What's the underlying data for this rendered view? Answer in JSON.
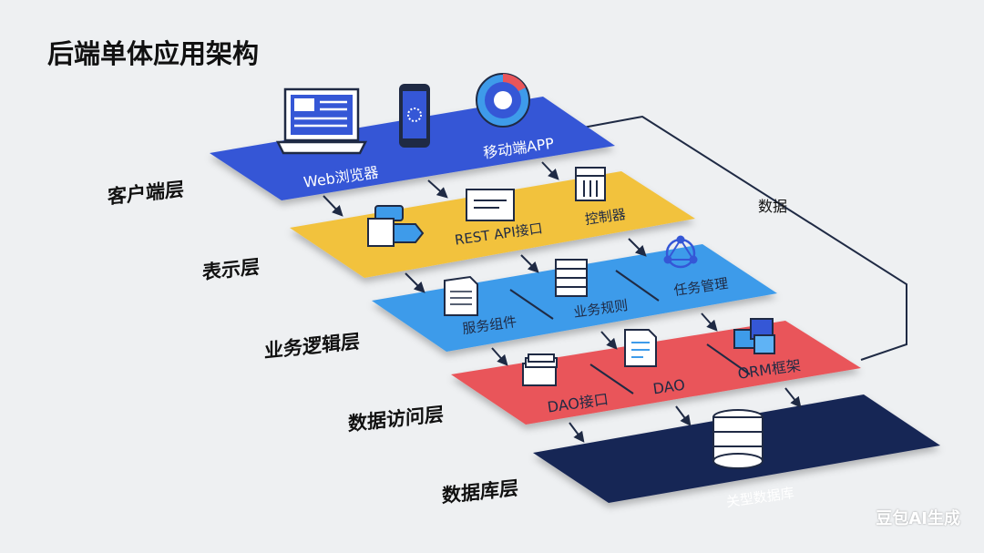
{
  "title": "后端单体应用架构",
  "layers": {
    "client": {
      "label": "客户端层",
      "color": "#3557d6",
      "items": [
        "Web浏览器",
        "移动端APP"
      ]
    },
    "presentation": {
      "label": "表示层",
      "color": "#f2c23e",
      "items": [
        "REST API接口",
        "控制器"
      ]
    },
    "business": {
      "label": "业务逻辑层",
      "color": "#3e9bea",
      "items": [
        "服务组件",
        "业务规则",
        "任务管理"
      ]
    },
    "data_access": {
      "label": "数据访问层",
      "color": "#e9555a",
      "items": [
        "DAO接口",
        "DAO",
        "ORM框架"
      ]
    },
    "database": {
      "label": "数据库层",
      "color": "#172554",
      "items": [
        "关型数据库"
      ]
    }
  },
  "side_connector_label": "数据",
  "watermark": "豆包AI生成"
}
